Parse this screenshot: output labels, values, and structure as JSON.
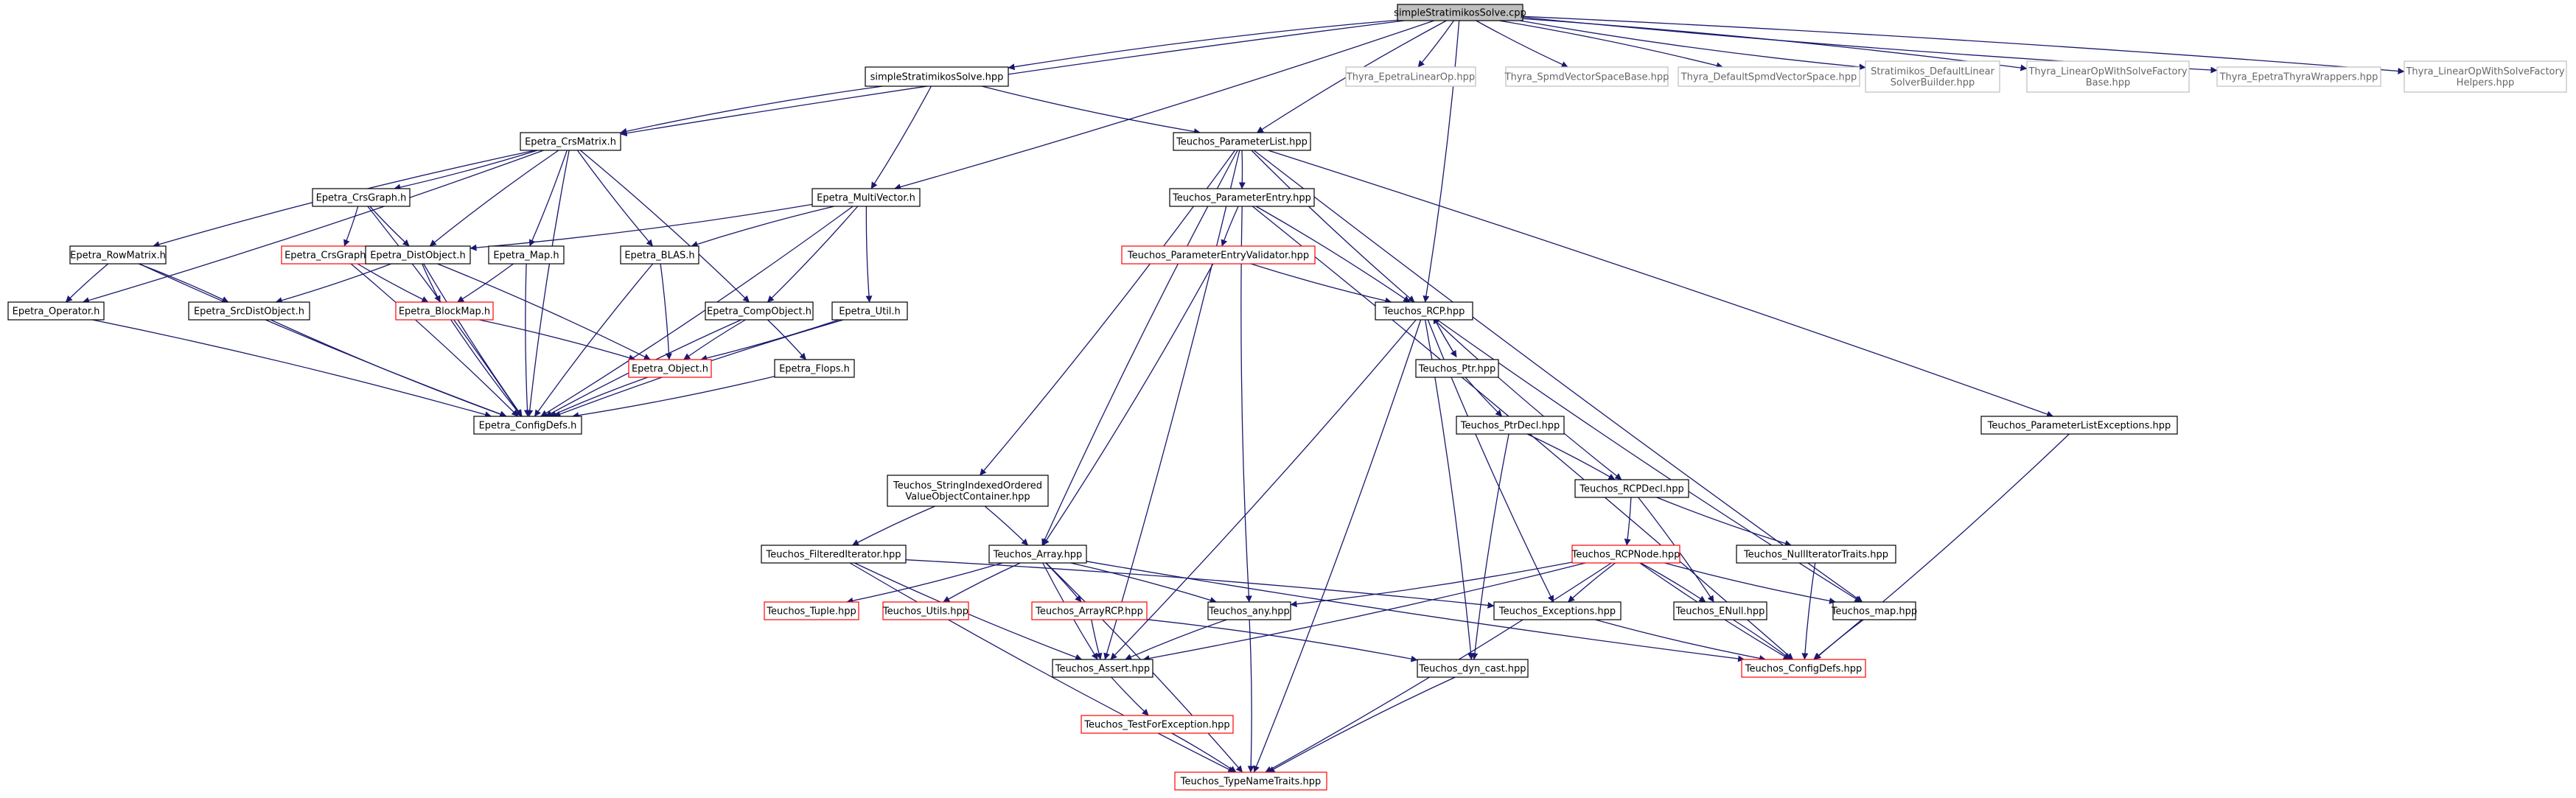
{
  "diagram": {
    "nodes": [
      {
        "id": "root",
        "lines": [
          "simpleStratimikosSolve.cpp"
        ],
        "style": "root",
        "interactable": false
      },
      {
        "id": "hpp",
        "lines": [
          "simpleStratimikosSolve.hpp"
        ],
        "style": "black",
        "interactable": true
      },
      {
        "id": "thyraEpetraLinOp",
        "lines": [
          "Thyra_EpetraLinearOp.hpp"
        ],
        "style": "gray",
        "interactable": false
      },
      {
        "id": "thyraSpmdVSB",
        "lines": [
          "Thyra_SpmdVectorSpaceBase.hpp"
        ],
        "style": "gray",
        "interactable": false
      },
      {
        "id": "thyraDefSpmdVS",
        "lines": [
          "Thyra_DefaultSpmdVectorSpace.hpp"
        ],
        "style": "gray",
        "interactable": false
      },
      {
        "id": "stratDefLSB",
        "lines": [
          "Stratimikos_DefaultLinear",
          "SolverBuilder.hpp"
        ],
        "style": "gray",
        "interactable": false
      },
      {
        "id": "thyraLOWSFB",
        "lines": [
          "Thyra_LinearOpWithSolveFactory",
          "Base.hpp"
        ],
        "style": "gray",
        "interactable": false
      },
      {
        "id": "thyraEpetraWrap",
        "lines": [
          "Thyra_EpetraThyraWrappers.hpp"
        ],
        "style": "gray",
        "interactable": false
      },
      {
        "id": "thyraLOWSFH",
        "lines": [
          "Thyra_LinearOpWithSolveFactory",
          "Helpers.hpp"
        ],
        "style": "gray",
        "interactable": false
      },
      {
        "id": "crsMatrix",
        "lines": [
          "Epetra_CrsMatrix.h"
        ],
        "style": "black",
        "interactable": true
      },
      {
        "id": "paramList",
        "lines": [
          "Teuchos_ParameterList.hpp"
        ],
        "style": "black",
        "interactable": true
      },
      {
        "id": "crsGraph",
        "lines": [
          "Epetra_CrsGraph.h"
        ],
        "style": "black",
        "interactable": true
      },
      {
        "id": "multiVector",
        "lines": [
          "Epetra_MultiVector.h"
        ],
        "style": "black",
        "interactable": true
      },
      {
        "id": "paramEntry",
        "lines": [
          "Teuchos_ParameterEntry.hpp"
        ],
        "style": "black",
        "interactable": true
      },
      {
        "id": "rowMatrix",
        "lines": [
          "Epetra_RowMatrix.h"
        ],
        "style": "black",
        "interactable": true
      },
      {
        "id": "crsGraphData",
        "lines": [
          "Epetra_CrsGraphData.h"
        ],
        "style": "red",
        "interactable": true
      },
      {
        "id": "distObject",
        "lines": [
          "Epetra_DistObject.h"
        ],
        "style": "black",
        "interactable": true
      },
      {
        "id": "map",
        "lines": [
          "Epetra_Map.h"
        ],
        "style": "black",
        "interactable": true
      },
      {
        "id": "blas",
        "lines": [
          "Epetra_BLAS.h"
        ],
        "style": "black",
        "interactable": true
      },
      {
        "id": "paramEntryValidator",
        "lines": [
          "Teuchos_ParameterEntryValidator.hpp"
        ],
        "style": "red",
        "interactable": true
      },
      {
        "id": "operator",
        "lines": [
          "Epetra_Operator.h"
        ],
        "style": "black",
        "interactable": true
      },
      {
        "id": "srcDistObject",
        "lines": [
          "Epetra_SrcDistObject.h"
        ],
        "style": "black",
        "interactable": true
      },
      {
        "id": "blockMap",
        "lines": [
          "Epetra_BlockMap.h"
        ],
        "style": "red",
        "interactable": true
      },
      {
        "id": "compObject",
        "lines": [
          "Epetra_CompObject.h"
        ],
        "style": "black",
        "interactable": true
      },
      {
        "id": "util",
        "lines": [
          "Epetra_Util.h"
        ],
        "style": "black",
        "interactable": true
      },
      {
        "id": "rcp",
        "lines": [
          "Teuchos_RCP.hpp"
        ],
        "style": "black",
        "interactable": true
      },
      {
        "id": "object",
        "lines": [
          "Epetra_Object.h"
        ],
        "style": "red",
        "interactable": true
      },
      {
        "id": "flops",
        "lines": [
          "Epetra_Flops.h"
        ],
        "style": "black",
        "interactable": true
      },
      {
        "id": "ptr",
        "lines": [
          "Teuchos_Ptr.hpp"
        ],
        "style": "black",
        "interactable": true
      },
      {
        "id": "configDefsE",
        "lines": [
          "Epetra_ConfigDefs.h"
        ],
        "style": "black",
        "interactable": true
      },
      {
        "id": "ptrDecl",
        "lines": [
          "Teuchos_PtrDecl.hpp"
        ],
        "style": "black",
        "interactable": true
      },
      {
        "id": "paramListExc",
        "lines": [
          "Teuchos_ParameterListExceptions.hpp"
        ],
        "style": "black",
        "interactable": true
      },
      {
        "id": "rcpDecl",
        "lines": [
          "Teuchos_RCPDecl.hpp"
        ],
        "style": "black",
        "interactable": true
      },
      {
        "id": "strIdx",
        "lines": [
          "Teuchos_StringIndexedOrdered",
          "ValueObjectContainer.hpp"
        ],
        "style": "black",
        "interactable": true
      },
      {
        "id": "filteredIter",
        "lines": [
          "Teuchos_FilteredIterator.hpp"
        ],
        "style": "black",
        "interactable": true
      },
      {
        "id": "array",
        "lines": [
          "Teuchos_Array.hpp"
        ],
        "style": "black",
        "interactable": true
      },
      {
        "id": "rcpNode",
        "lines": [
          "Teuchos_RCPNode.hpp"
        ],
        "style": "red",
        "interactable": true
      },
      {
        "id": "nullIter",
        "lines": [
          "Teuchos_NullIteratorTraits.hpp"
        ],
        "style": "black",
        "interactable": true
      },
      {
        "id": "tuple",
        "lines": [
          "Teuchos_Tuple.hpp"
        ],
        "style": "red",
        "interactable": true
      },
      {
        "id": "utils",
        "lines": [
          "Teuchos_Utils.hpp"
        ],
        "style": "red",
        "interactable": true
      },
      {
        "id": "arrayRCP",
        "lines": [
          "Teuchos_ArrayRCP.hpp"
        ],
        "style": "red",
        "interactable": true
      },
      {
        "id": "any",
        "lines": [
          "Teuchos_any.hpp"
        ],
        "style": "black",
        "interactable": true
      },
      {
        "id": "exceptions",
        "lines": [
          "Teuchos_Exceptions.hpp"
        ],
        "style": "black",
        "interactable": true
      },
      {
        "id": "enull",
        "lines": [
          "Teuchos_ENull.hpp"
        ],
        "style": "black",
        "interactable": true
      },
      {
        "id": "tmap",
        "lines": [
          "Teuchos_map.hpp"
        ],
        "style": "black",
        "interactable": true
      },
      {
        "id": "assert",
        "lines": [
          "Teuchos_Assert.hpp"
        ],
        "style": "black",
        "interactable": true
      },
      {
        "id": "dynCast",
        "lines": [
          "Teuchos_dyn_cast.hpp"
        ],
        "style": "black",
        "interactable": true
      },
      {
        "id": "configDefsT",
        "lines": [
          "Teuchos_ConfigDefs.hpp"
        ],
        "style": "red",
        "interactable": true
      },
      {
        "id": "testForExc",
        "lines": [
          "Teuchos_TestForException.hpp"
        ],
        "style": "red",
        "interactable": true
      },
      {
        "id": "typeNameTraits",
        "lines": [
          "Teuchos_TypeNameTraits.hpp"
        ],
        "style": "red",
        "interactable": true
      }
    ],
    "edges": [
      [
        "root",
        "hpp"
      ],
      [
        "root",
        "thyraEpetraLinOp"
      ],
      [
        "root",
        "thyraSpmdVSB"
      ],
      [
        "root",
        "thyraDefSpmdVS"
      ],
      [
        "root",
        "stratDefLSB"
      ],
      [
        "root",
        "thyraLOWSFB"
      ],
      [
        "root",
        "thyraEpetraWrap"
      ],
      [
        "root",
        "thyraLOWSFH"
      ],
      [
        "root",
        "crsMatrix"
      ],
      [
        "root",
        "multiVector"
      ],
      [
        "root",
        "paramList"
      ],
      [
        "root",
        "rcp"
      ],
      [
        "hpp",
        "crsMatrix"
      ],
      [
        "hpp",
        "multiVector"
      ],
      [
        "hpp",
        "paramList"
      ],
      [
        "crsMatrix",
        "crsGraph"
      ],
      [
        "crsMatrix",
        "rowMatrix"
      ],
      [
        "crsMatrix",
        "operator"
      ],
      [
        "crsMatrix",
        "distObject"
      ],
      [
        "crsMatrix",
        "map"
      ],
      [
        "crsMatrix",
        "blas"
      ],
      [
        "crsMatrix",
        "compObject"
      ],
      [
        "crsMatrix",
        "configDefsE"
      ],
      [
        "crsGraph",
        "crsGraphData"
      ],
      [
        "crsGraph",
        "distObject"
      ],
      [
        "crsGraph",
        "configDefsE"
      ],
      [
        "crsGraphData",
        "blockMap"
      ],
      [
        "crsGraphData",
        "configDefsE"
      ],
      [
        "rowMatrix",
        "operator"
      ],
      [
        "rowMatrix",
        "srcDistObject"
      ],
      [
        "rowMatrix",
        "configDefsE"
      ],
      [
        "operator",
        "configDefsE"
      ],
      [
        "srcDistObject",
        "configDefsE"
      ],
      [
        "distObject",
        "srcDistObject"
      ],
      [
        "distObject",
        "blockMap"
      ],
      [
        "distObject",
        "object"
      ],
      [
        "distObject",
        "configDefsE"
      ],
      [
        "map",
        "blockMap"
      ],
      [
        "map",
        "configDefsE"
      ],
      [
        "blockMap",
        "object"
      ],
      [
        "blockMap",
        "configDefsE"
      ],
      [
        "blas",
        "object"
      ],
      [
        "blas",
        "configDefsE"
      ],
      [
        "multiVector",
        "distObject"
      ],
      [
        "multiVector",
        "blas"
      ],
      [
        "multiVector",
        "compObject"
      ],
      [
        "multiVector",
        "util"
      ],
      [
        "multiVector",
        "configDefsE"
      ],
      [
        "compObject",
        "object"
      ],
      [
        "compObject",
        "flops"
      ],
      [
        "compObject",
        "configDefsE"
      ],
      [
        "util",
        "object"
      ],
      [
        "util",
        "configDefsE"
      ],
      [
        "flops",
        "configDefsE"
      ],
      [
        "object",
        "configDefsE"
      ],
      [
        "paramList",
        "paramEntry"
      ],
      [
        "paramList",
        "rcp"
      ],
      [
        "paramList",
        "strIdx"
      ],
      [
        "paramList",
        "array"
      ],
      [
        "paramList",
        "assert"
      ],
      [
        "paramList",
        "tmap"
      ],
      [
        "paramList",
        "paramListExc"
      ],
      [
        "paramEntry",
        "paramEntryValidator"
      ],
      [
        "paramEntry",
        "rcp"
      ],
      [
        "paramEntry",
        "any"
      ],
      [
        "paramEntry",
        "configDefsT"
      ],
      [
        "paramEntryValidator",
        "rcp"
      ],
      [
        "paramEntryValidator",
        "array"
      ],
      [
        "rcp",
        "ptr"
      ],
      [
        "ptr",
        "rcp"
      ],
      [
        "rcp",
        "rcpDecl"
      ],
      [
        "rcp",
        "assert"
      ],
      [
        "rcp",
        "exceptions"
      ],
      [
        "rcp",
        "dynCast"
      ],
      [
        "rcp",
        "tmap"
      ],
      [
        "rcp",
        "typeNameTraits"
      ],
      [
        "ptr",
        "ptrDecl"
      ],
      [
        "ptrDecl",
        "rcpDecl"
      ],
      [
        "ptrDecl",
        "dynCast"
      ],
      [
        "rcpDecl",
        "rcpNode"
      ],
      [
        "rcpDecl",
        "nullIter"
      ],
      [
        "rcpDecl",
        "enull"
      ],
      [
        "nullIter",
        "configDefsT"
      ],
      [
        "rcpNode",
        "any"
      ],
      [
        "rcpNode",
        "exceptions"
      ],
      [
        "rcpNode",
        "enull"
      ],
      [
        "rcpNode",
        "tmap"
      ],
      [
        "rcpNode",
        "assert"
      ],
      [
        "rcpNode",
        "configDefsT"
      ],
      [
        "rcpNode",
        "typeNameTraits"
      ],
      [
        "strIdx",
        "filteredIter"
      ],
      [
        "strIdx",
        "array"
      ],
      [
        "filteredIter",
        "assert"
      ],
      [
        "filteredIter",
        "exceptions"
      ],
      [
        "filteredIter",
        "typeNameTraits"
      ],
      [
        "array",
        "tuple"
      ],
      [
        "array",
        "utils"
      ],
      [
        "array",
        "arrayRCP"
      ],
      [
        "array",
        "assert"
      ],
      [
        "array",
        "any"
      ],
      [
        "array",
        "configDefsT"
      ],
      [
        "array",
        "typeNameTraits"
      ],
      [
        "arrayRCP",
        "assert"
      ],
      [
        "arrayRCP",
        "dynCast"
      ],
      [
        "any",
        "assert"
      ],
      [
        "any",
        "typeNameTraits"
      ],
      [
        "exceptions",
        "configDefsT"
      ],
      [
        "enull",
        "configDefsT"
      ],
      [
        "tmap",
        "configDefsT"
      ],
      [
        "paramListExc",
        "configDefsT"
      ],
      [
        "assert",
        "testForExc"
      ],
      [
        "testForExc",
        "typeNameTraits"
      ],
      [
        "dynCast",
        "typeNameTraits"
      ]
    ],
    "colors": {
      "edge": "#191970",
      "black_border": "#000000",
      "red_border": "#ff0000",
      "gray_border": "#bfbfbf",
      "gray_text": "#666666",
      "root_fill": "#bfbfbf",
      "text": "#000000"
    }
  }
}
